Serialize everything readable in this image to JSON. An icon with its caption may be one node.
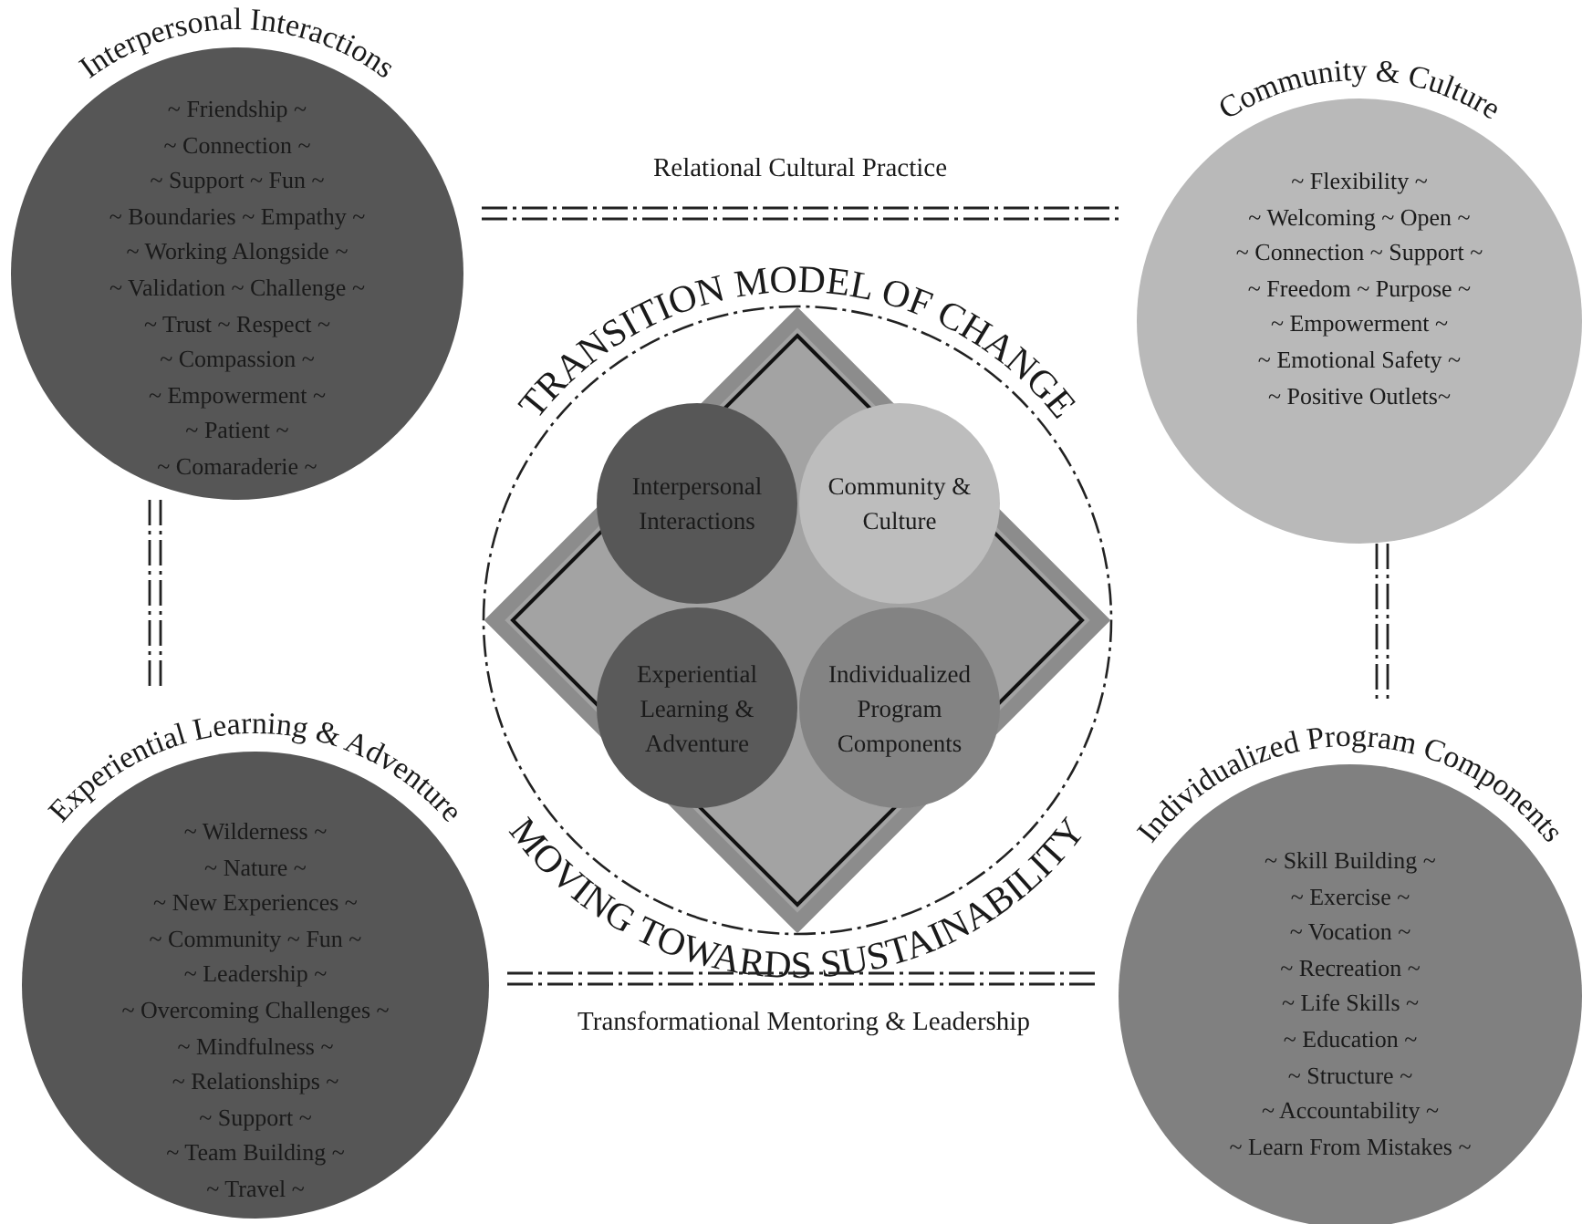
{
  "diagram": {
    "nodes": [
      {
        "text": [
          "Interpersonal Interactions",
          "~ Friendship ~",
          "~ Connection ~",
          "~ Support ~ Fun ~",
          "~ Boundaries ~ Empathy ~",
          "~ Working Alongside ~",
          "~ Validation ~ Challenge ~",
          "~ Trust ~ Respect ~",
          "~ Compassion ~",
          "~ Empowerment ~",
          "~ Patient ~",
          "~ Comaraderie ~"
        ]
      },
      {
        "text": [
          "Community & Culture",
          "~ Flexibility ~",
          "~ Welcoming ~ Open ~",
          "~ Connection ~ Support ~",
          "~ Freedom ~ Purpose ~",
          "~ Empowerment ~",
          "~ Emotional Safety ~",
          "~ Positive Outlets~"
        ]
      },
      {
        "text": [
          "Experiential Learning & Adventure",
          "~ Wilderness ~",
          "~ Nature ~",
          "~ New Experiences ~",
          "~ Community ~ Fun ~",
          "~ Leadership ~",
          "~ Overcoming Challenges ~",
          "~ Mindfulness ~",
          "~ Relationships ~",
          "~ Support ~",
          "~ Team Building ~",
          "~ Travel ~"
        ]
      },
      {
        "text": [
          "Individualized Program Components",
          "~ Skill Building ~",
          "~ Exercise ~",
          "~ Vocation ~",
          "~ Recreation ~",
          "~ Life Skills ~",
          "~ Education ~",
          "~ Structure ~",
          "~ Accountability ~",
          "~ Learn From Mistakes ~"
        ]
      },
      {
        "text": [],
        "shape": "diamond"
      },
      {
        "text": [
          "Interpersonal Interactions"
        ],
        "in": 4
      },
      {
        "text": [
          "Community & Culture"
        ],
        "in": 4
      },
      {
        "text": [
          "Experiential Learning & Adventure"
        ],
        "in": 4
      },
      {
        "text": [
          "Individualized Program Components"
        ],
        "in": 4
      }
    ],
    "edges": [
      {
        "from": 0,
        "to": 1,
        "arrow": "none",
        "label": "Relational Cultural Practice"
      },
      {
        "from": 0,
        "to": 2,
        "arrow": "none"
      },
      {
        "from": 1,
        "to": 3,
        "arrow": "none"
      },
      {
        "from": 2,
        "to": 3,
        "arrow": "none",
        "label": "Transformational Mentoring & Leadership"
      }
    ],
    "labels": [
      "TRANSITION MODEL OF CHANGE",
      "MOVING TOWARDS SUSTAINABILITY"
    ]
  }
}
